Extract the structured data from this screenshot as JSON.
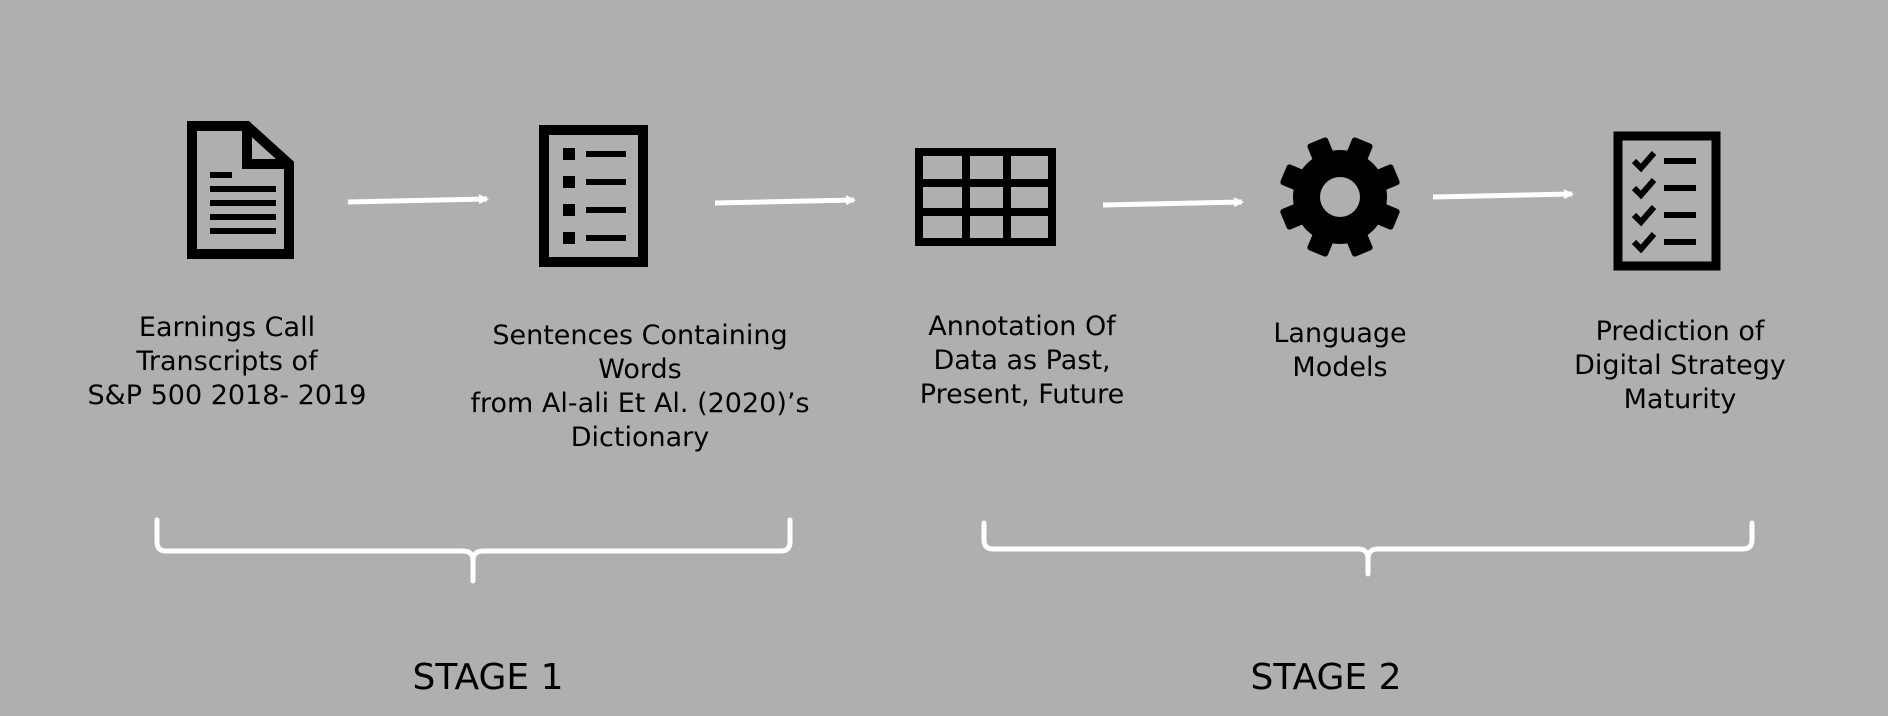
{
  "steps": [
    {
      "icon": "document-icon",
      "label": "Earnings Call\nTranscripts of\nS&P 500 2018- 2019"
    },
    {
      "icon": "list-icon",
      "label": "Sentences Containing Words\nfrom Al-ali Et Al. (2020)’s\nDictionary"
    },
    {
      "icon": "table-icon",
      "label": "Annotation Of\nData as Past,\nPresent, Future"
    },
    {
      "icon": "gear-icon",
      "label": "Language\nModels"
    },
    {
      "icon": "checklist-icon",
      "label": "Prediction of\nDigital Strategy\nMaturity"
    }
  ],
  "stages": [
    {
      "label": "STAGE 1"
    },
    {
      "label": "STAGE 2"
    }
  ],
  "colors": {
    "background": "#afafaf",
    "icon": "#000000",
    "arrow": "#ffffff",
    "brace": "#ffffff",
    "text": "#000000"
  }
}
